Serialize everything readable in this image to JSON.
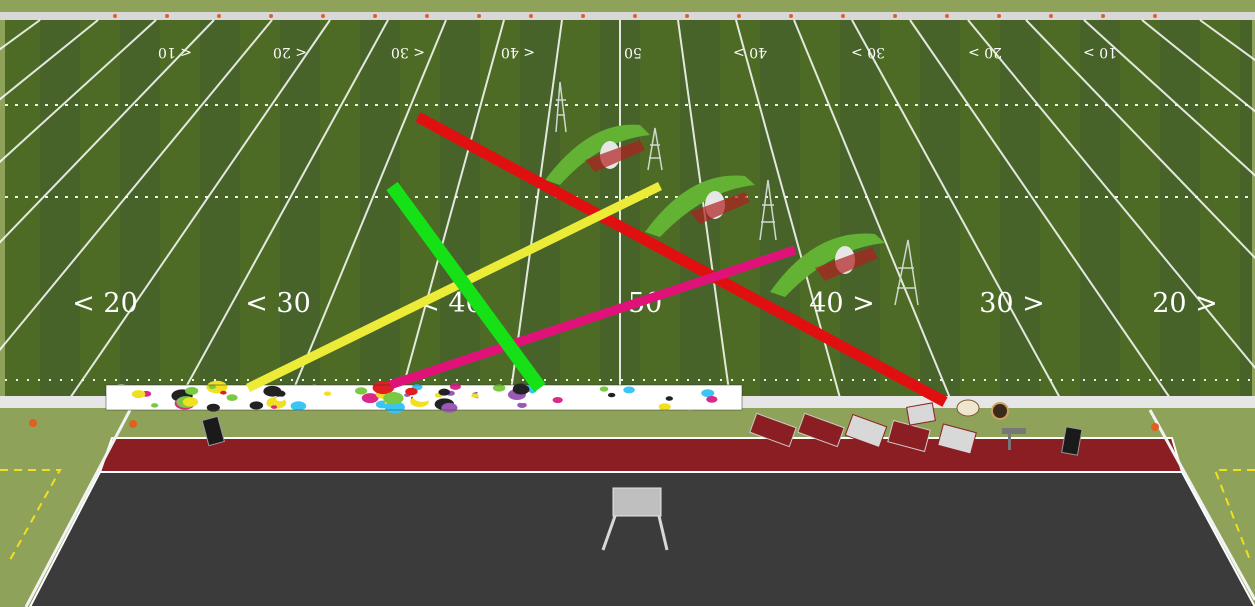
{
  "field": {
    "colors": {
      "turf": "#4e6b26",
      "turf_dark": "#45601f",
      "sideline": "#e8e8e8",
      "apron": "#8fa25a",
      "track": "#8b1e22",
      "tarmac": "#3a3a3a"
    },
    "far_yard_numbers": [
      "< 10",
      "< 20",
      "< 30",
      "< 40",
      "50",
      "40 >",
      "30 >",
      "20 >",
      "10 >"
    ],
    "near_yard_numbers": [
      "< 20",
      "< 30",
      "< 40",
      "50",
      "40 >",
      "30 >",
      "20 >"
    ]
  },
  "paths": [
    {
      "name": "red-path",
      "color": "#e01010"
    },
    {
      "name": "yellow-path",
      "color": "#ecec38"
    },
    {
      "name": "pink-path",
      "color": "#e0127a"
    },
    {
      "name": "green-path",
      "color": "#16e016"
    }
  ],
  "props": {
    "graffiti_colors": [
      "#7ac943",
      "#222222",
      "#d92a8a",
      "#39c6f4",
      "#e02020",
      "#ffffff",
      "#9b59b6",
      "#f0e020"
    ]
  }
}
